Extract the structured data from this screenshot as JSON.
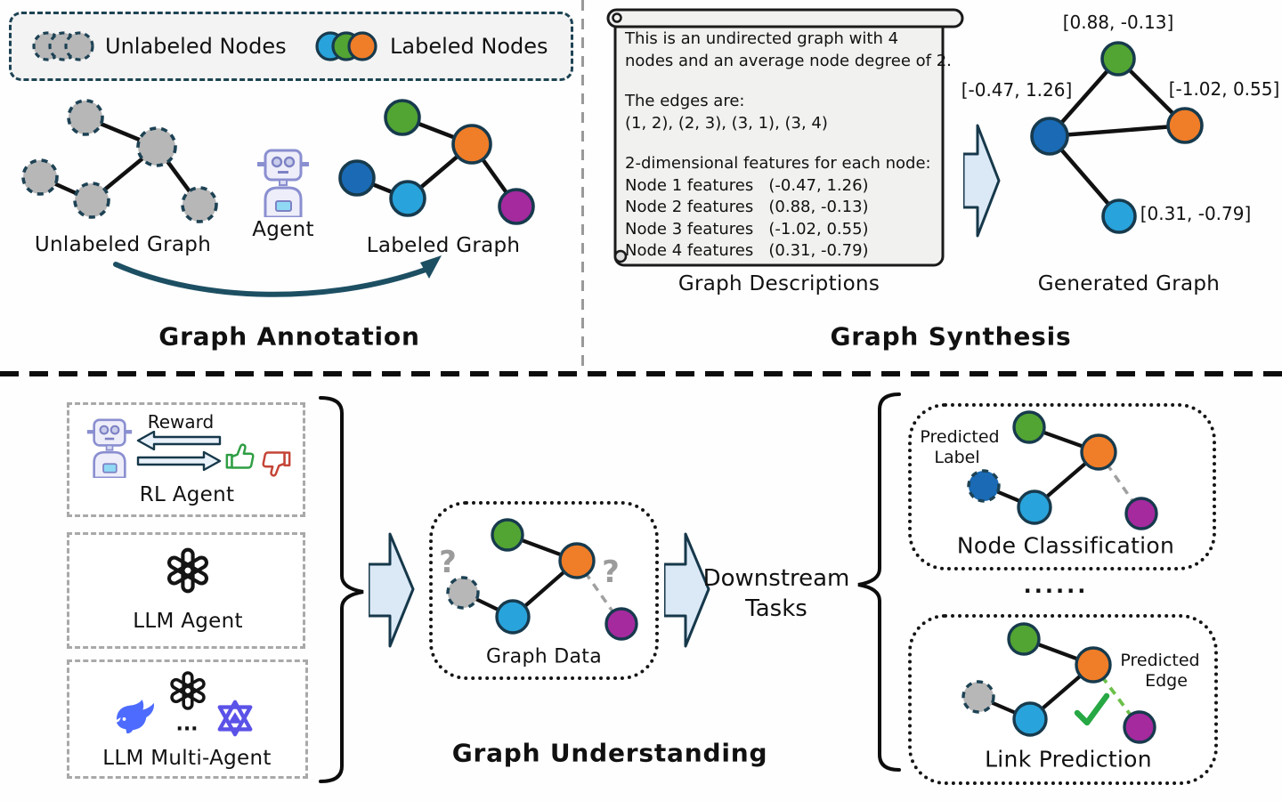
{
  "colors": {
    "node_green": "#52a433",
    "node_orange": "#f07d28",
    "node_blue": "#1a6ab5",
    "node_lightblue": "#29a3db",
    "node_purple": "#a42a9e",
    "node_gray": "#b7b7b7",
    "node_outline": "#173a4d",
    "arrow_fill": "#dbe9f7",
    "arrow_outline": "#16384a",
    "check_green": "#27a844",
    "thumb_up_green": "#2f9e44",
    "thumb_down_red": "#c44536"
  },
  "legend": {
    "unlabeled": "Unlabeled Nodes",
    "labeled": "Labeled Nodes"
  },
  "annotation": {
    "title": "Graph Annotation",
    "unlabeled_graph": "Unlabeled Graph",
    "agent": "Agent",
    "labeled_graph": "Labeled Graph"
  },
  "synthesis": {
    "title": "Graph Synthesis",
    "descriptions_label": "Graph Descriptions",
    "generated_label": "Generated Graph",
    "scroll": {
      "line1": "This is an undirected graph with 4",
      "line2": "nodes and an average node degree of 2.",
      "line3": "The edges are:",
      "line4": "(1, 2), (2, 3), (3, 1), (3, 4)",
      "line5": "2-dimensional features for each node:",
      "line6": "Node 1 features   (-0.47, 1.26)",
      "line7": "Node 2 features   (0.88, -0.13)",
      "line8": "Node 3 features   (-1.02, 0.55)",
      "line9": "Node 4 features   (0.31, -0.79)"
    },
    "feature_labels": {
      "node2": "[0.88, -0.13]",
      "node1": "[-0.47, 1.26]",
      "node3": "[-1.02, 0.55]",
      "node4": "[0.31, -0.79]"
    }
  },
  "understanding": {
    "title": "Graph Understanding",
    "rl_agent": {
      "reward": "Reward",
      "label": "RL Agent"
    },
    "llm_agent": {
      "label": "LLM Agent"
    },
    "multi_agent": {
      "label": "LLM Multi-Agent",
      "ellipsis": "..."
    },
    "graph_data": {
      "label": "Graph Data",
      "question_mark": "?"
    },
    "downstream": {
      "line1": "Downstream",
      "line2": "Tasks"
    },
    "dots": "......",
    "node_classification": {
      "label": "Node Classification",
      "predicted1": "Predicted",
      "predicted2": "Label"
    },
    "link_prediction": {
      "label": "Link Prediction",
      "predicted1": "Predicted",
      "predicted2": "Edge"
    }
  }
}
